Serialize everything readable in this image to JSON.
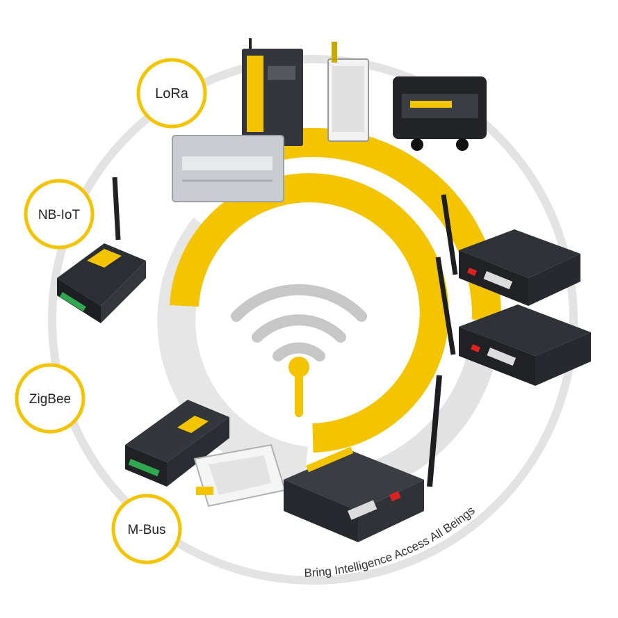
{
  "labels": {
    "lora": "LoRa",
    "nbiot": "NB-IoT",
    "zigbee": "ZigBee",
    "mbus": "M-Bus"
  },
  "slogan": "Bring Intelligence Access All Beings",
  "colors": {
    "accent_yellow": "#f5c400",
    "ring_grey": "#dedede",
    "device_dark": "#2b2e33",
    "device_light": "#c9ccd0",
    "wifi_grey": "#c7c7c7"
  },
  "icons": [
    "wifi-signal-icon",
    "antenna-icon"
  ]
}
